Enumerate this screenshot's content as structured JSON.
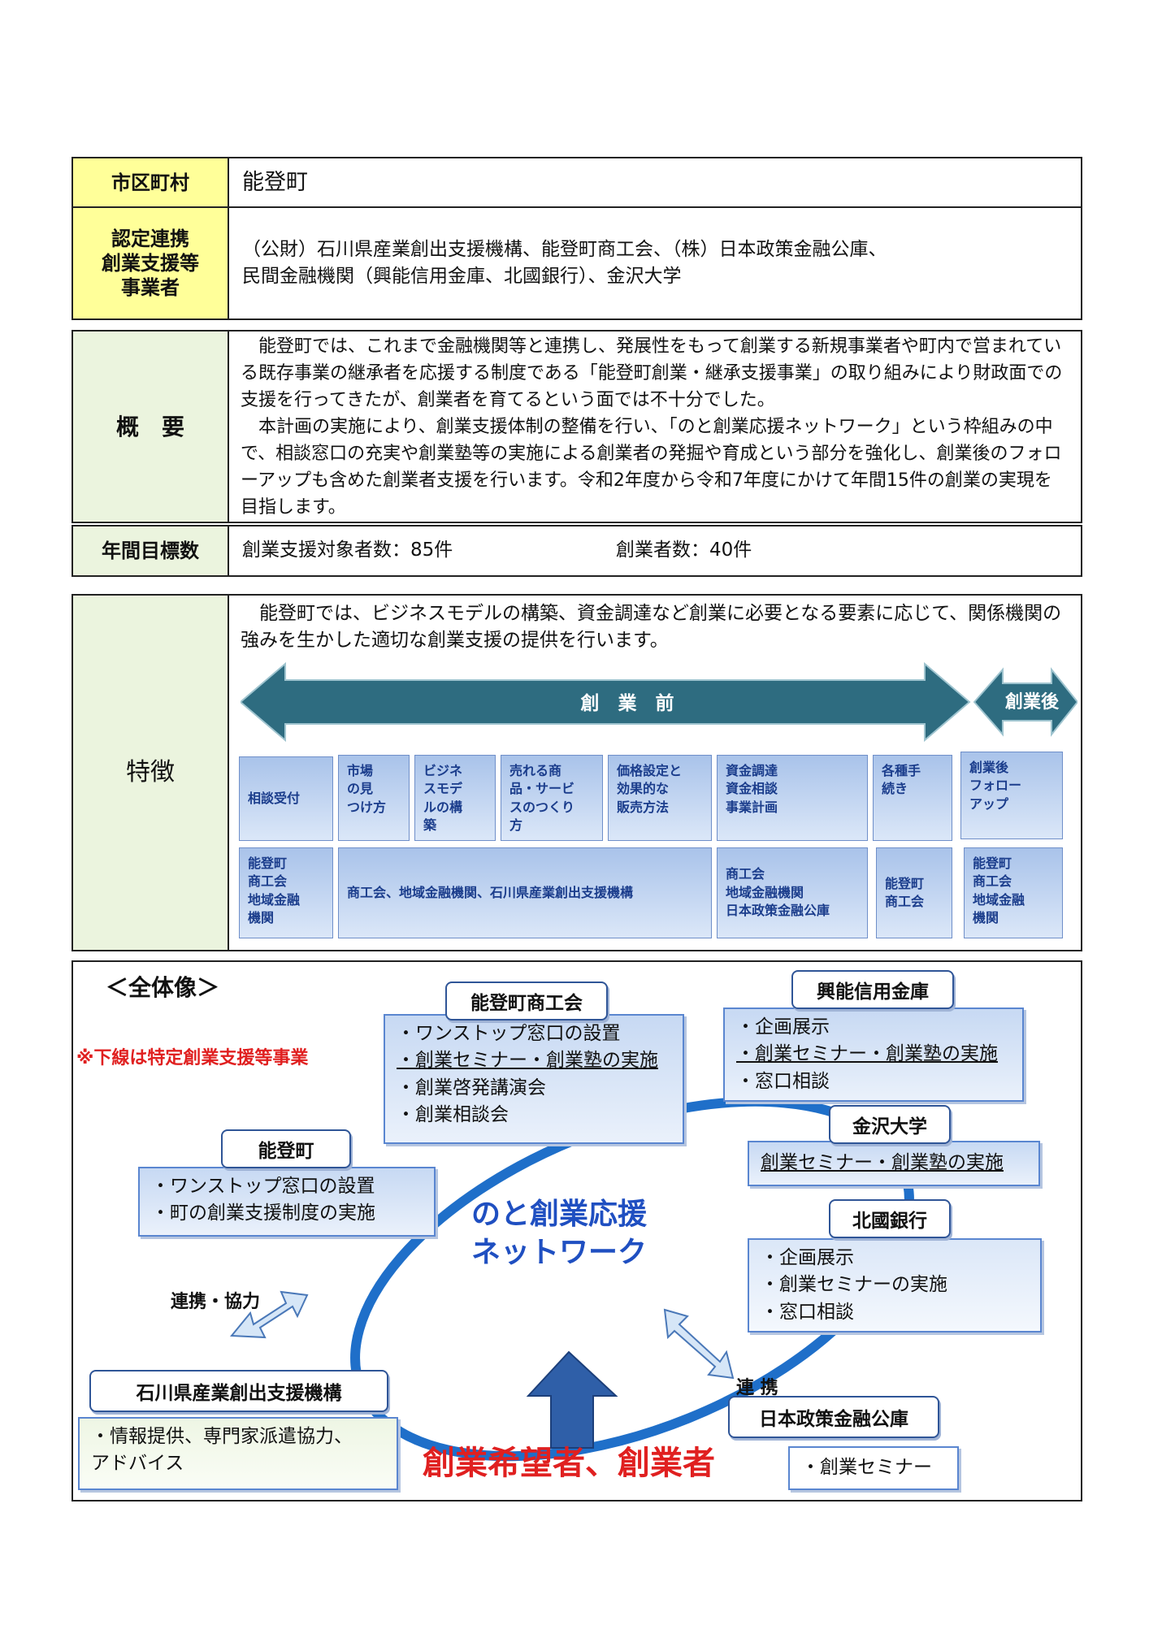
{
  "municipality": {
    "label": "市区町村",
    "value": "能登町"
  },
  "partners": {
    "label": "認定連携\n創業支援等\n事業者",
    "line1": "（公財）石川県産業創出支援機構、能登町商工会、（株）日本政策金融公庫、",
    "line2": "民間金融機関（興能信用金庫、北國銀行）、金沢大学"
  },
  "overview": {
    "label": "概　要",
    "para1": "能登町では、これまで金融機関等と連携し、発展性をもって創業する新規事業者や町内で営まれている既存事業の継承者を応援する制度である「能登町創業・継承支援事業」の取り組みにより財政面での支援を行ってきたが、創業者を育てるという面では不十分でした。",
    "para2": "本計画の実施により、創業支援体制の整備を行い、「のと創業応援ネットワーク」という枠組みの中で、相談窓口の充実や創業塾等の実施による創業者の発掘や育成という部分を強化し、創業後のフォローアップも含めた創業者支援を行います。令和2年度から令和7年度にかけて年間15件の創業の実現を目指します。"
  },
  "targets": {
    "label": "年間目標数",
    "target1": "創業支援対象者数：85件",
    "target2": "創業者数：40件"
  },
  "features": {
    "label": "特徴",
    "intro": "能登町では、ビジネスモデルの構築、資金調達など創業に必要となる要素に応じて、関係機関の強みを生かした適切な創業支援の提供を行います。",
    "arrow_before": "創　業　前",
    "arrow_after": "創業後",
    "steps": [
      "相談受付",
      "市場\nの見\nつけ方",
      "ビジネ\nスモデ\nルの構\n築",
      "売れる商\n品・サービ\nスのつくり\n方",
      "価格設定と\n効果的な\n販売方法",
      "資金調達\n資金相談\n事業計画",
      "各種手\n続き",
      "創業後\nフォロー\nアップ"
    ],
    "supporters": [
      "能登町\n商工会\n地域金融\n機関",
      "商工会、地域金融機関、石川県産業創出支援機構",
      "商工会\n地域金融機関\n日本政策金融公庫",
      "能登町\n商工会",
      "能登町\n商工会\n地域金融\n機関"
    ]
  },
  "overall": {
    "title": "＜全体像＞",
    "note": "※下線は特定創業支援等事業",
    "network": "のと創業応援\nネットワーク",
    "center": "創業希望者、創業者",
    "link1": "連携・協力",
    "link2": "連 携",
    "orgs": {
      "shokokai": {
        "name": "能登町商工会",
        "items": [
          "・ワンストップ窓口の設置",
          "・創業セミナー・創業塾の実施",
          "・創業啓発講演会",
          "・創業相談会"
        ]
      },
      "koshin": {
        "name": "興能信用金庫",
        "items": [
          "・企画展示",
          "・創業セミナー・創業塾の実施",
          "・窓口相談"
        ]
      },
      "kanazawa": {
        "name": "金沢大学",
        "items": [
          "創業セミナー・創業塾の実施"
        ]
      },
      "noto": {
        "name": "能登町",
        "items": [
          "・ワンストップ窓口の設置",
          "・町の創業支援制度の実施"
        ]
      },
      "hokkoku": {
        "name": "北國銀行",
        "items": [
          "・企画展示",
          "・創業セミナーの実施",
          "・窓口相談"
        ]
      },
      "isico": {
        "name": "石川県産業創出支援機構",
        "items": [
          "・情報提供、専門家派遣協力、",
          "アドバイス"
        ]
      },
      "jfc": {
        "name": "日本政策金融公庫",
        "items": [
          "・創業セミナー"
        ]
      }
    }
  },
  "colors": {
    "yellow": "#ffff99",
    "green": "#ebf4de",
    "arrow": "#2e6c80",
    "network_text": "#1f4fc1",
    "red": "#e02020",
    "ellipse": "#1f6fc9"
  }
}
